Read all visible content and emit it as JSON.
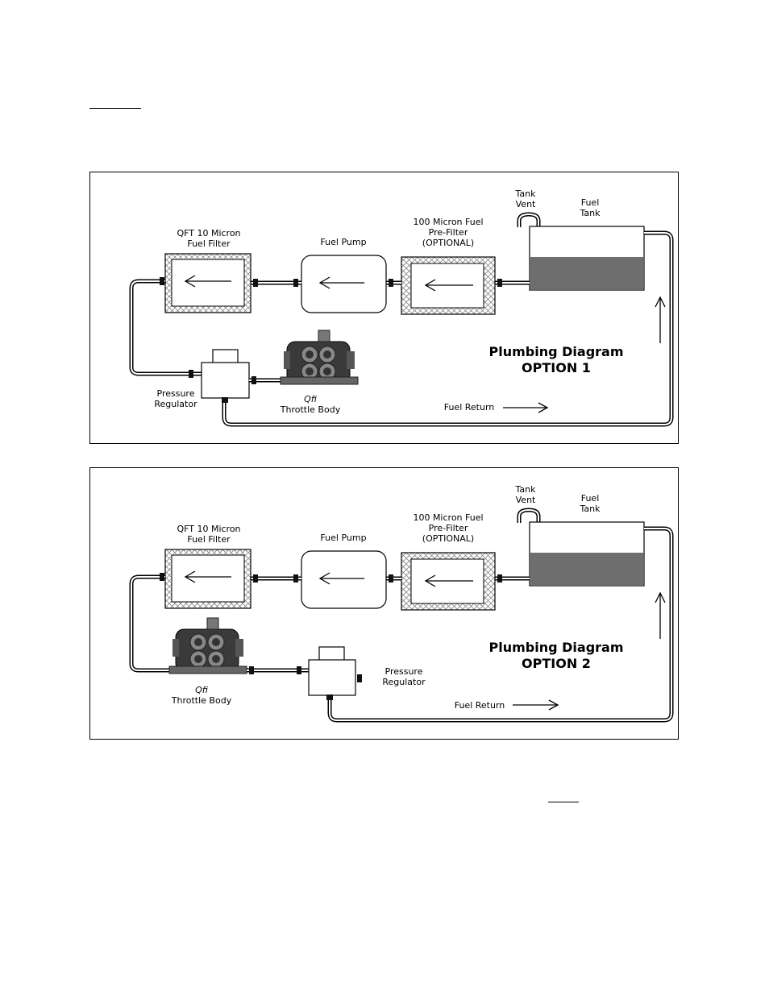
{
  "diagrams": [
    {
      "option": 1,
      "title_line1": "Plumbing Diagram",
      "title_line2": "OPTION 1",
      "labels": {
        "tank_vent_1": "Tank",
        "tank_vent_2": "Vent",
        "fuel_tank_1": "Fuel",
        "fuel_tank_2": "Tank",
        "prefilter_1": "100 Micron Fuel",
        "prefilter_2": "Pre-Filter",
        "prefilter_3": "(OPTIONAL)",
        "fuel_pump": "Fuel Pump",
        "filter_1": "QFT 10 Micron",
        "filter_2": "Fuel Filter",
        "regulator_1": "Pressure",
        "regulator_2": "Regulator",
        "throttle_1": "Qfi",
        "throttle_2": "Throttle Body",
        "fuel_return": "Fuel Return"
      }
    },
    {
      "option": 2,
      "title_line1": "Plumbing Diagram",
      "title_line2": "OPTION 2",
      "labels": {
        "tank_vent_1": "Tank",
        "tank_vent_2": "Vent",
        "fuel_tank_1": "Fuel",
        "fuel_tank_2": "Tank",
        "prefilter_1": "100 Micron Fuel",
        "prefilter_2": "Pre-Filter",
        "prefilter_3": "(OPTIONAL)",
        "fuel_pump": "Fuel Pump",
        "filter_1": "QFT 10 Micron",
        "filter_2": "Fuel Filter",
        "regulator_1": "Pressure",
        "regulator_2": "Regulator",
        "throttle_1": "Qfi",
        "throttle_2": "Throttle Body",
        "fuel_return": "Fuel Return"
      }
    }
  ],
  "colors": {
    "fuel": "#6e6e6e",
    "line": "#000000",
    "hatch": "#888888"
  }
}
